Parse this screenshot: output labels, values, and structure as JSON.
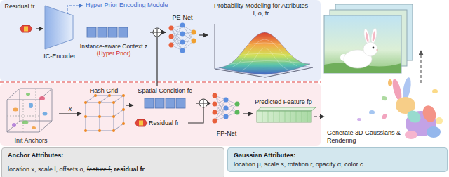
{
  "diagram": {
    "nodes": [
      {
        "text": [
          "Residual fr"
        ]
      },
      {
        "text": [
          "IC-Encoder"
        ]
      },
      {
        "text": [
          "Instance-aware Context z",
          "(Hyper Prior)"
        ]
      },
      {
        "text": [
          "PE-Net"
        ]
      },
      {
        "text": [
          "Probability Modeling for Attributes l, o, fr"
        ]
      },
      {
        "text": [
          "Init Anchors"
        ]
      },
      {
        "text": [
          "Hash Grid"
        ]
      },
      {
        "text": [
          "Spatial Condition fc"
        ]
      },
      {
        "text": [
          "Residual fr"
        ]
      },
      {
        "text": [
          "FP-Net"
        ]
      },
      {
        "text": [
          "Predicted Feature fp"
        ]
      },
      {
        "text": [
          "Generate 3D Gaussians & Rendering"
        ]
      },
      {
        "text": [
          "Anchor Attributes:",
          "location x, scale l, offsets o,",
          "feature f,",
          "residual fr"
        ]
      },
      {
        "text": [
          "Gaussian Attributes:",
          "location μ, scale s, rotation r, opacity α, color c"
        ]
      }
    ],
    "edges": [
      {
        "from": 0,
        "to": 1,
        "arrow": "to"
      },
      {
        "from": 2,
        "to": 3,
        "arrow": "to"
      },
      {
        "from": 7,
        "to": 3,
        "arrow": "to"
      },
      {
        "from": 3,
        "to": 4,
        "arrow": "to"
      },
      {
        "from": 5,
        "to": 6,
        "arrow": "to",
        "label": "x"
      },
      {
        "from": 6,
        "to": 7,
        "arrow": "to"
      },
      {
        "from": 7,
        "to": 9,
        "arrow": "to"
      },
      {
        "from": 8,
        "to": 9,
        "arrow": "to"
      },
      {
        "from": 9,
        "to": 10,
        "arrow": "to"
      },
      {
        "from": 10,
        "to": 11,
        "arrow": "to"
      }
    ],
    "labels": [
      "Hyper Prior Encoding Module"
    ]
  }
}
